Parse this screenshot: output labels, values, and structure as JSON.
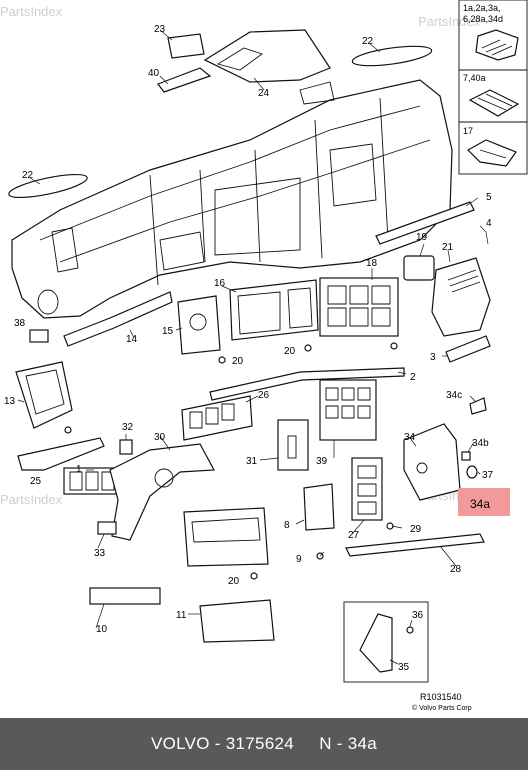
{
  "watermark": "PartsIndex",
  "drawing_ref": "R1031540",
  "copyright": "© Volvo Parts Corp",
  "inset_top_label": [
    "1a,2a,3a,",
    "6,28a,34d"
  ],
  "inset_mid_label": "7,40a",
  "inset_bot_label": "17",
  "highlight_label": "34a",
  "callouts": {
    "c1": "1",
    "c2": "2",
    "c3": "3",
    "c5": "5",
    "c4": "4",
    "c8": "8",
    "c9": "9",
    "c10": "10",
    "c11": "11",
    "c13": "13",
    "c14": "14",
    "c15": "15",
    "c16": "16",
    "c18": "18",
    "c19": "19",
    "c20a": "20",
    "c20b": "20",
    "c20c": "20",
    "c21": "21",
    "c22a": "22",
    "c22b": "22",
    "c23": "23",
    "c24": "24",
    "c25": "25",
    "c26": "26",
    "c27": "27",
    "c28": "28",
    "c29": "29",
    "c30": "30",
    "c31": "31",
    "c32": "32",
    "c33": "33",
    "c34": "34",
    "c34b": "34b",
    "c34c": "34c",
    "c35": "35",
    "c36": "36",
    "c37": "37",
    "c38": "38",
    "c39": "39",
    "c40": "40"
  },
  "footer": {
    "brand": "VOLVO",
    "sep": " - ",
    "part_number": "3175624",
    "gap": "     ",
    "position_label": "N - 34a"
  }
}
